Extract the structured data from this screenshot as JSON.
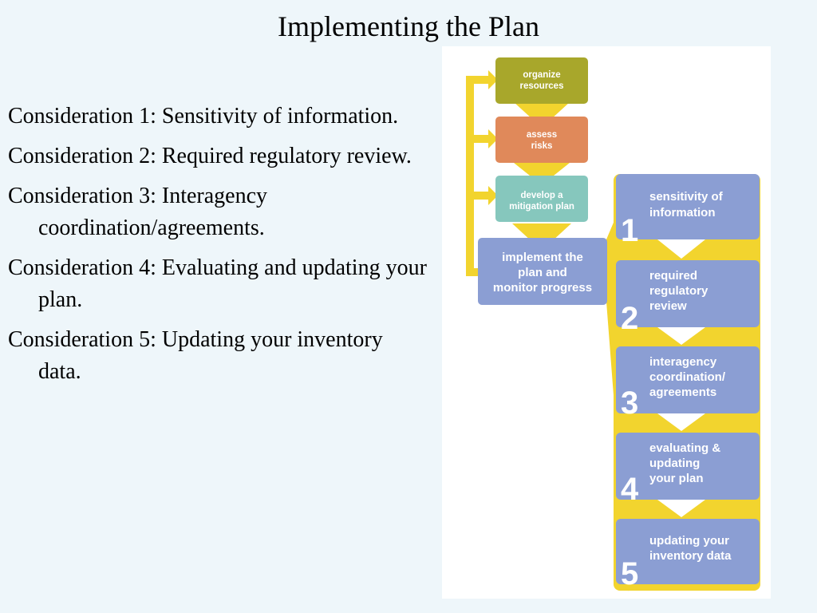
{
  "slide": {
    "title": "Implementing the Plan"
  },
  "considerations": [
    "Consideration 1: Sensitivity of information.",
    "Consideration 2: Required regulatory review.",
    "Consideration 3: Interagency coordination/agreements.",
    "Consideration 4: Evaluating and updating your plan.",
    "Consideration 5: Updating your inventory data."
  ],
  "diagram": {
    "colors": {
      "yellow": "#f2d42e",
      "olive": "#a8a72b",
      "orange": "#e0895a",
      "teal": "#86c7bd",
      "blue": "#8b9ed3"
    },
    "process": {
      "organize": [
        "organize",
        "resources"
      ],
      "assess": [
        "assess",
        "risks"
      ],
      "develop": [
        "develop a",
        "mitigation plan"
      ],
      "implement": [
        "implement the",
        "plan and",
        "monitor progress"
      ]
    },
    "steps": [
      {
        "number": "1",
        "lines": [
          "sensitivity of",
          "information"
        ]
      },
      {
        "number": "2",
        "lines": [
          "required",
          "regulatory",
          "review"
        ]
      },
      {
        "number": "3",
        "lines": [
          "interagency",
          "coordination/",
          "agreements"
        ]
      },
      {
        "number": "4",
        "lines": [
          "evaluating &",
          "updating",
          "your plan"
        ]
      },
      {
        "number": "5",
        "lines": [
          "updating your",
          "inventory data"
        ]
      }
    ]
  }
}
